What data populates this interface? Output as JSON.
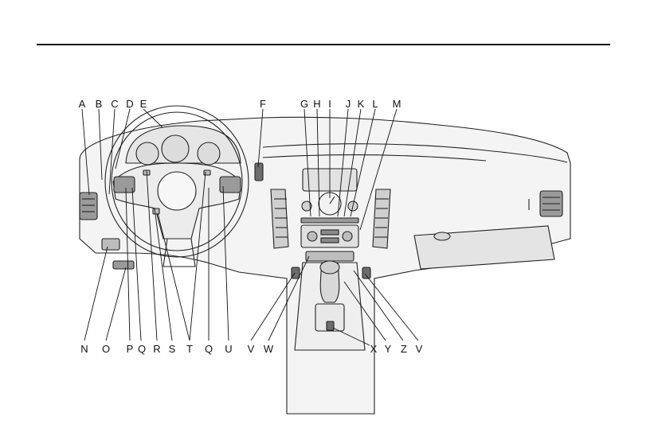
{
  "callouts": {
    "top": [
      "A",
      "B",
      "C",
      "D",
      "E",
      "F",
      "G",
      "H",
      "I",
      "J",
      "K",
      "L",
      "M"
    ],
    "bottom": [
      "N",
      "O",
      "P",
      "Q",
      "R",
      "S",
      "T",
      "Q",
      "U",
      "V",
      "W",
      "X",
      "Y",
      "Z",
      "V"
    ]
  },
  "colors": {
    "line": "#111111",
    "panel": "#f3f3f3",
    "shade": "#cfcfcf",
    "dark": "#9a9a9a"
  }
}
